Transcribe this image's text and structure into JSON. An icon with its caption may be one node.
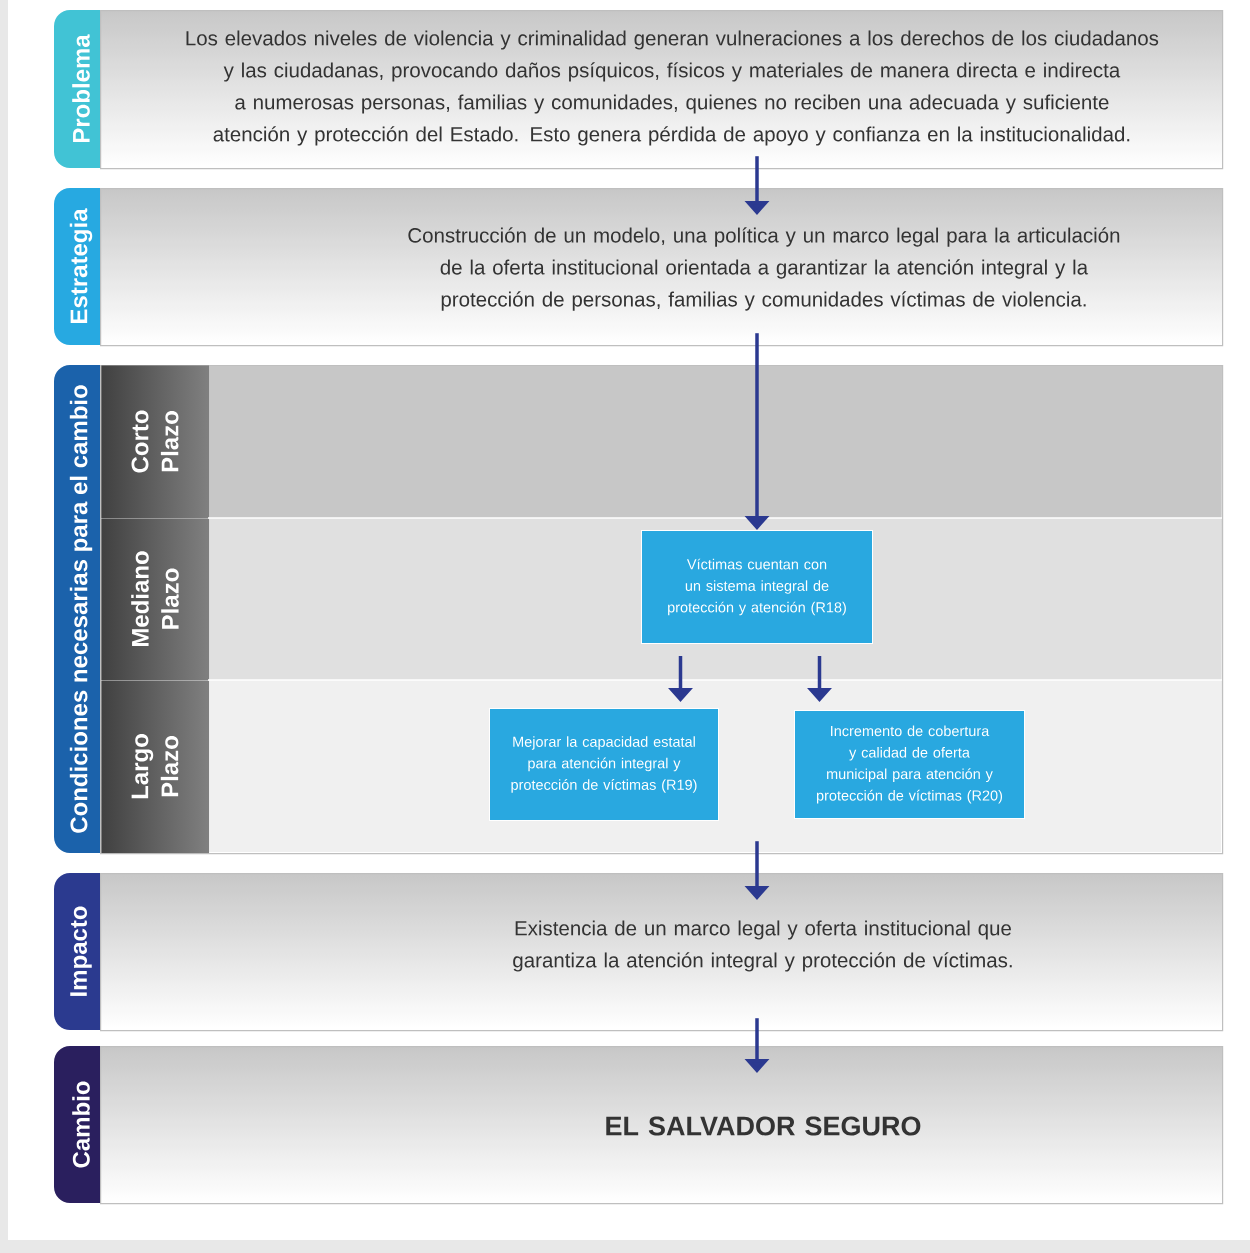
{
  "diagram": {
    "nodes": [
      {
        "text": [
          "Problema",
          "Los elevados niveles de violencia y criminalidad generan vulneraciones a los derechos de los ciudadanos y las ciudadanas, provocando daños psíquicos, físicos y materiales de manera directa e indirecta a numerosas personas, familias y comunidades, quienes no reciben una adecuada y suficiente atención y protección del Estado. Esto genera pérdida de apoyo y confianza en la institucionalidad."
        ]
      },
      {
        "text": [
          "Estrategia",
          "Construcción de un modelo, una política y un marco legal para la articulación de la oferta institucional orientada a garantizar la atención integral y la protección de personas, familias y comunidades víctimas de violencia."
        ]
      },
      {
        "text": [
          "Condiciones necesarias para el cambio"
        ]
      },
      {
        "text": [
          "Corto Plazo"
        ],
        "in": 2
      },
      {
        "text": [
          "Mediano Plazo"
        ],
        "in": 2
      },
      {
        "text": [
          "Largo Plazo"
        ],
        "in": 2
      },
      {
        "text": [
          "Víctimas cuentan con un sistema integral de protección y atención (R18)"
        ],
        "in": 4
      },
      {
        "text": [
          "Mejorar la capacidad estatal para atención integral y protección de víctimas (R19)"
        ],
        "in": 2
      },
      {
        "text": [
          "Incremento de cobertura y calidad de oferta municipal para atención y protección de víctimas (R20)"
        ],
        "in": 2
      },
      {
        "text": [
          "Impacto",
          "Existencia de un marco legal y oferta institucional que garantiza la atención integral y protección de víctimas."
        ]
      },
      {
        "text": [
          "Cambio",
          "EL SALVADOR SEGURO"
        ]
      }
    ],
    "edges": [
      {
        "from": 0,
        "to": 1,
        "arrow": "to"
      },
      {
        "from": 1,
        "to": 6,
        "arrow": "to"
      },
      {
        "from": 6,
        "to": 7,
        "arrow": "to"
      },
      {
        "from": 6,
        "to": 8,
        "arrow": "to"
      },
      {
        "from": 2,
        "to": 9,
        "arrow": "to"
      },
      {
        "from": 9,
        "to": 10,
        "arrow": "to"
      }
    ]
  }
}
